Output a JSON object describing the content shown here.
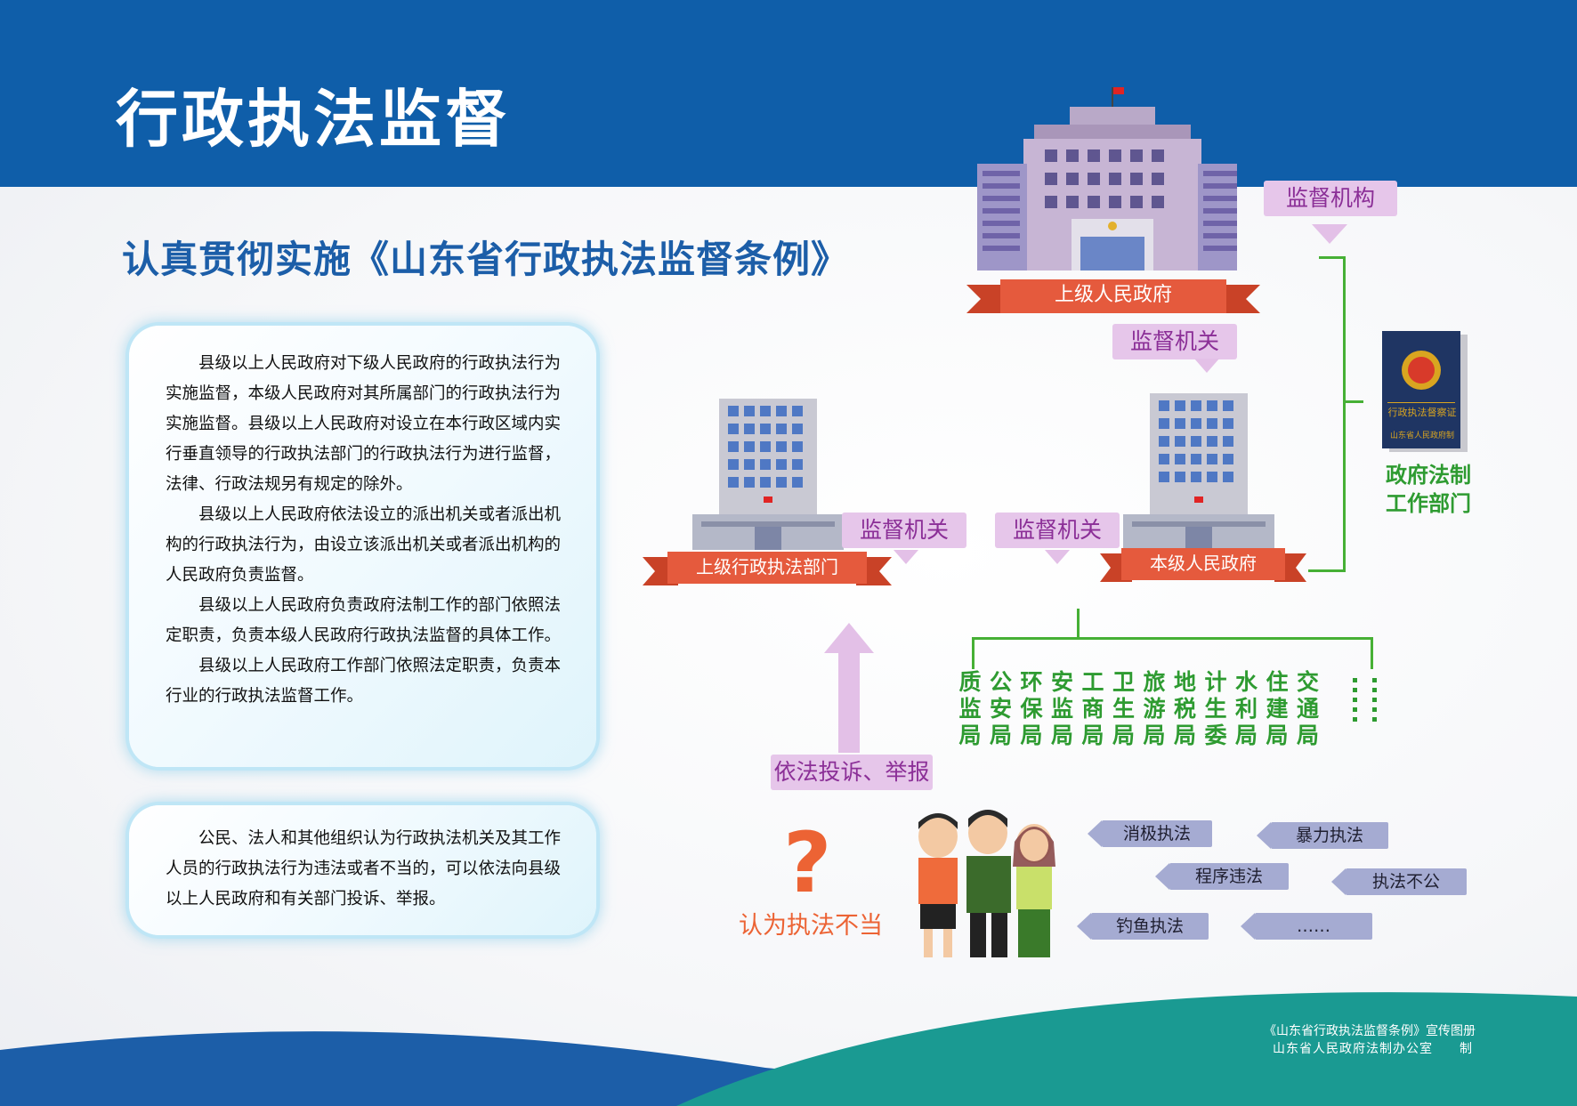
{
  "title": "行政执法监督",
  "subtitle": "认真贯彻实施《山东省行政执法监督条例》",
  "panel1": {
    "paragraphs": [
      "县级以上人民政府对下级人民政府的行政执法行为实施监督，本级人民政府对其所属部门的行政执法行为实施监督。县级以上人民政府对设立在本行政区域内实行垂直领导的行政执法部门的行政执法行为进行监督，法律、行政法规另有规定的除外。",
      "县级以上人民政府依法设立的派出机关或者派出机构的行政执法行为，由设立该派出机关或者派出机构的人民政府负责监督。",
      "县级以上人民政府负责政府法制工作的部门依照法定职责，负责本级人民政府行政执法监督的具体工作。",
      "县级以上人民政府工作部门依照法定职责，负责本行业的行政执法监督工作。"
    ]
  },
  "panel2": {
    "paragraphs": [
      "公民、法人和其他组织认为行政执法机关及其工作人员的行政执法行为违法或者不当的，可以依法向县级以上人民政府和有关部门投诉、举报。"
    ]
  },
  "diagram": {
    "upper_gov": "上级人民政府",
    "supervision_body": "监督机构",
    "supervision_organ_top": "监督机关",
    "upper_dept": "上级行政执法部门",
    "organ_left": "监督机关",
    "organ_right": "监督机关",
    "local_gov": "本级人民政府",
    "legal_dept_line1": "政府法制",
    "legal_dept_line2": "工作部门",
    "certificate_title": "行政执法督察证",
    "certificate_issuer": "山东省人民政府制",
    "complaint": "依法投诉、举报",
    "question_mark": "?",
    "deem_improper": "认为执法不当",
    "bureaus": [
      [
        "质",
        "监",
        "局"
      ],
      [
        "公",
        "安",
        "局"
      ],
      [
        "环",
        "保",
        "局"
      ],
      [
        "安",
        "监",
        "局"
      ],
      [
        "工",
        "商",
        "局"
      ],
      [
        "卫",
        "生",
        "局"
      ],
      [
        "旅",
        "游",
        "局"
      ],
      [
        "地",
        "税",
        "局"
      ],
      [
        "计",
        "生",
        "委"
      ],
      [
        "水",
        "利",
        "局"
      ],
      [
        "住",
        "建",
        "局"
      ],
      [
        "交",
        "通",
        "局"
      ]
    ],
    "tags": [
      "消极执法",
      "暴力执法",
      "程序违法",
      "执法不公",
      "钓鱼执法",
      "……"
    ]
  },
  "footer": {
    "line1": "《山东省行政执法监督条例》宣传图册",
    "line2": "山东省人民政府法制办公室　　制"
  },
  "colors": {
    "header_blue": "#0f5ea9",
    "ribbon_red": "#e55a3d",
    "pill_purple": "#e6c6ea",
    "green": "#46b035",
    "tag_lavender": "#a5abd2"
  }
}
